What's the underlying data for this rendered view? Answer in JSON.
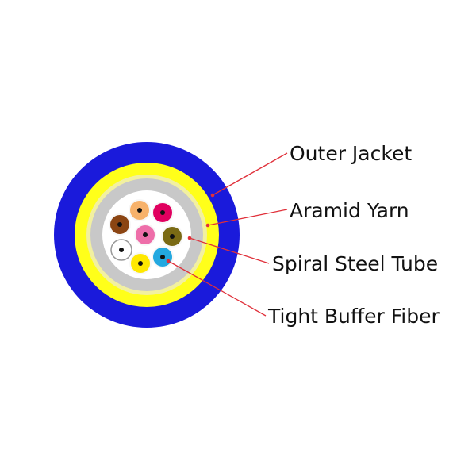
{
  "diagram": {
    "labels": {
      "outer_jacket": "Outer Jacket",
      "aramid_yarn": "Aramid Yarn",
      "spiral_steel_tube": "Spiral Steel Tube",
      "tight_buffer_fiber": "Tight Buffer Fiber"
    },
    "colors": {
      "outer_jacket": "#1a1adb",
      "aramid_yarn": "#ffff1a",
      "aramid_inner_ring": "#f2f0a0",
      "spiral_steel_tube": "#c8c8c8",
      "core": "#ffffff",
      "leader_line": "#e0303a",
      "fiber_core_dot": "#111111"
    },
    "fibers": [
      {
        "name": "orange",
        "color": "#f7b26b"
      },
      {
        "name": "brown",
        "color": "#8b4513"
      },
      {
        "name": "red-violet",
        "color": "#e0005f"
      },
      {
        "name": "pink",
        "color": "#ee6ea9"
      },
      {
        "name": "olive",
        "color": "#7a6a14"
      },
      {
        "name": "white",
        "color": "#ffffff"
      },
      {
        "name": "yellow",
        "color": "#ffe800"
      },
      {
        "name": "aqua",
        "color": "#23a8e0"
      }
    ]
  }
}
